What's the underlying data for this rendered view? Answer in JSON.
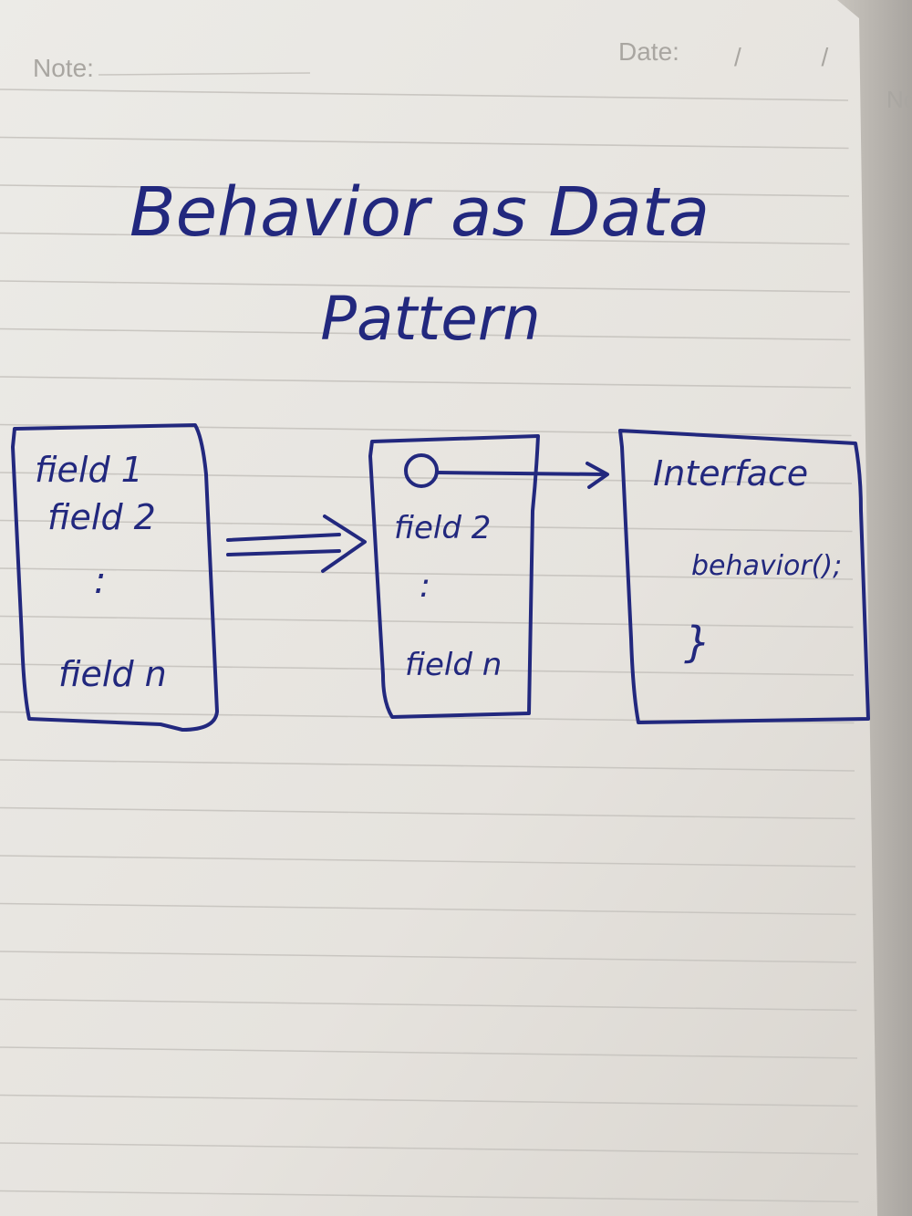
{
  "page_header": {
    "note_label": "Note:",
    "date_label": "Date:",
    "date_separators": "/ /",
    "next_page_label": "No"
  },
  "title": {
    "line1": "Behavior as Data",
    "line2": "Pattern"
  },
  "diagram": {
    "original_object": {
      "fields": [
        "field 1",
        "field 2",
        ":",
        "field n"
      ]
    },
    "transformed_object": {
      "pointer_symbol": "O",
      "fields": [
        "field 2",
        ":",
        "field n"
      ]
    },
    "interface": {
      "name": "Interface",
      "method": "behavior();",
      "closing_brace": "}"
    },
    "transform_arrow": "double-arrow",
    "reference_arrow": "single-arrow"
  },
  "colors": {
    "ink": "#22287e",
    "paper": "#e9e6e1",
    "rule_lines": "#c9c6c1",
    "printed_text": "#a9a6a1"
  }
}
